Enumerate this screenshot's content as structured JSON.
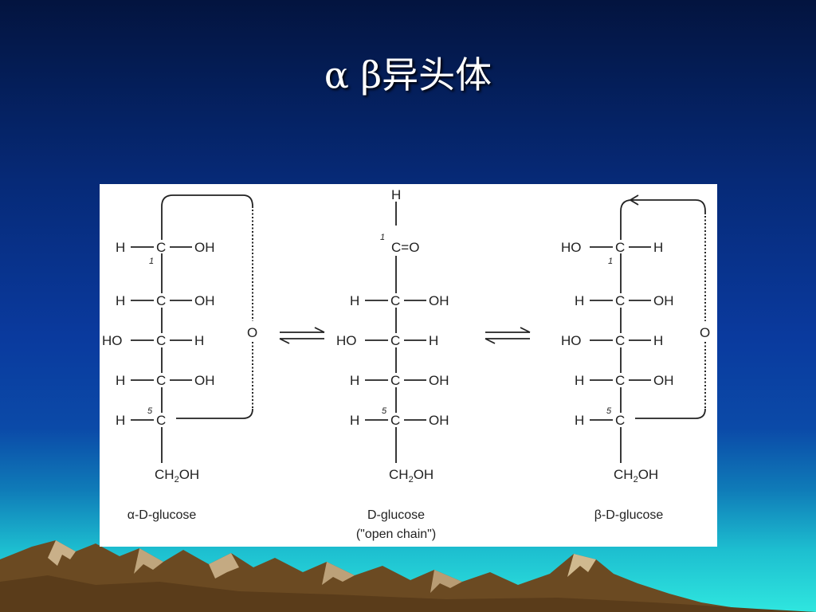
{
  "title": "α β异头体",
  "colors": {
    "background_top": "#03143f",
    "background_bottom": "#2fe6df",
    "title": "#ffffff",
    "panel": "#ffffff",
    "ink": "#222222"
  },
  "alpha": {
    "caption": "α-D-glucose",
    "c1": {
      "left": "H",
      "center": "C",
      "right": "OH",
      "number": "1"
    },
    "c2": {
      "left": "H",
      "center": "C",
      "right": "OH"
    },
    "c3": {
      "left": "HO",
      "center": "C",
      "right": "H"
    },
    "c4": {
      "left": "H",
      "center": "C",
      "right": "OH"
    },
    "c5": {
      "left": "H",
      "center": "C",
      "number": "5"
    },
    "ring_oxygen": "O",
    "c6": {
      "prefix": "CH",
      "sub": "2",
      "suffix": "OH"
    }
  },
  "open": {
    "caption_line1": "D-glucose",
    "caption_line2": "(\"open chain\")",
    "top": "H",
    "c1": {
      "text": "C=O",
      "number": "1"
    },
    "c2": {
      "left": "H",
      "center": "C",
      "right": "OH"
    },
    "c3": {
      "left": "HO",
      "center": "C",
      "right": "H"
    },
    "c4": {
      "left": "H",
      "center": "C",
      "right": "OH"
    },
    "c5": {
      "left": "H",
      "center": "C",
      "right": "OH",
      "number": "5"
    },
    "c6": {
      "prefix": "CH",
      "sub": "2",
      "suffix": "OH"
    }
  },
  "beta": {
    "caption": "β-D-glucose",
    "c1": {
      "left": "HO",
      "center": "C",
      "right": "H",
      "number": "1"
    },
    "c2": {
      "left": "H",
      "center": "C",
      "right": "OH"
    },
    "c3": {
      "left": "HO",
      "center": "C",
      "right": "H"
    },
    "c4": {
      "left": "H",
      "center": "C",
      "right": "OH"
    },
    "c5": {
      "left": "H",
      "center": "C",
      "number": "5"
    },
    "ring_oxygen": "O",
    "c6": {
      "prefix": "CH",
      "sub": "2",
      "suffix": "OH"
    }
  }
}
